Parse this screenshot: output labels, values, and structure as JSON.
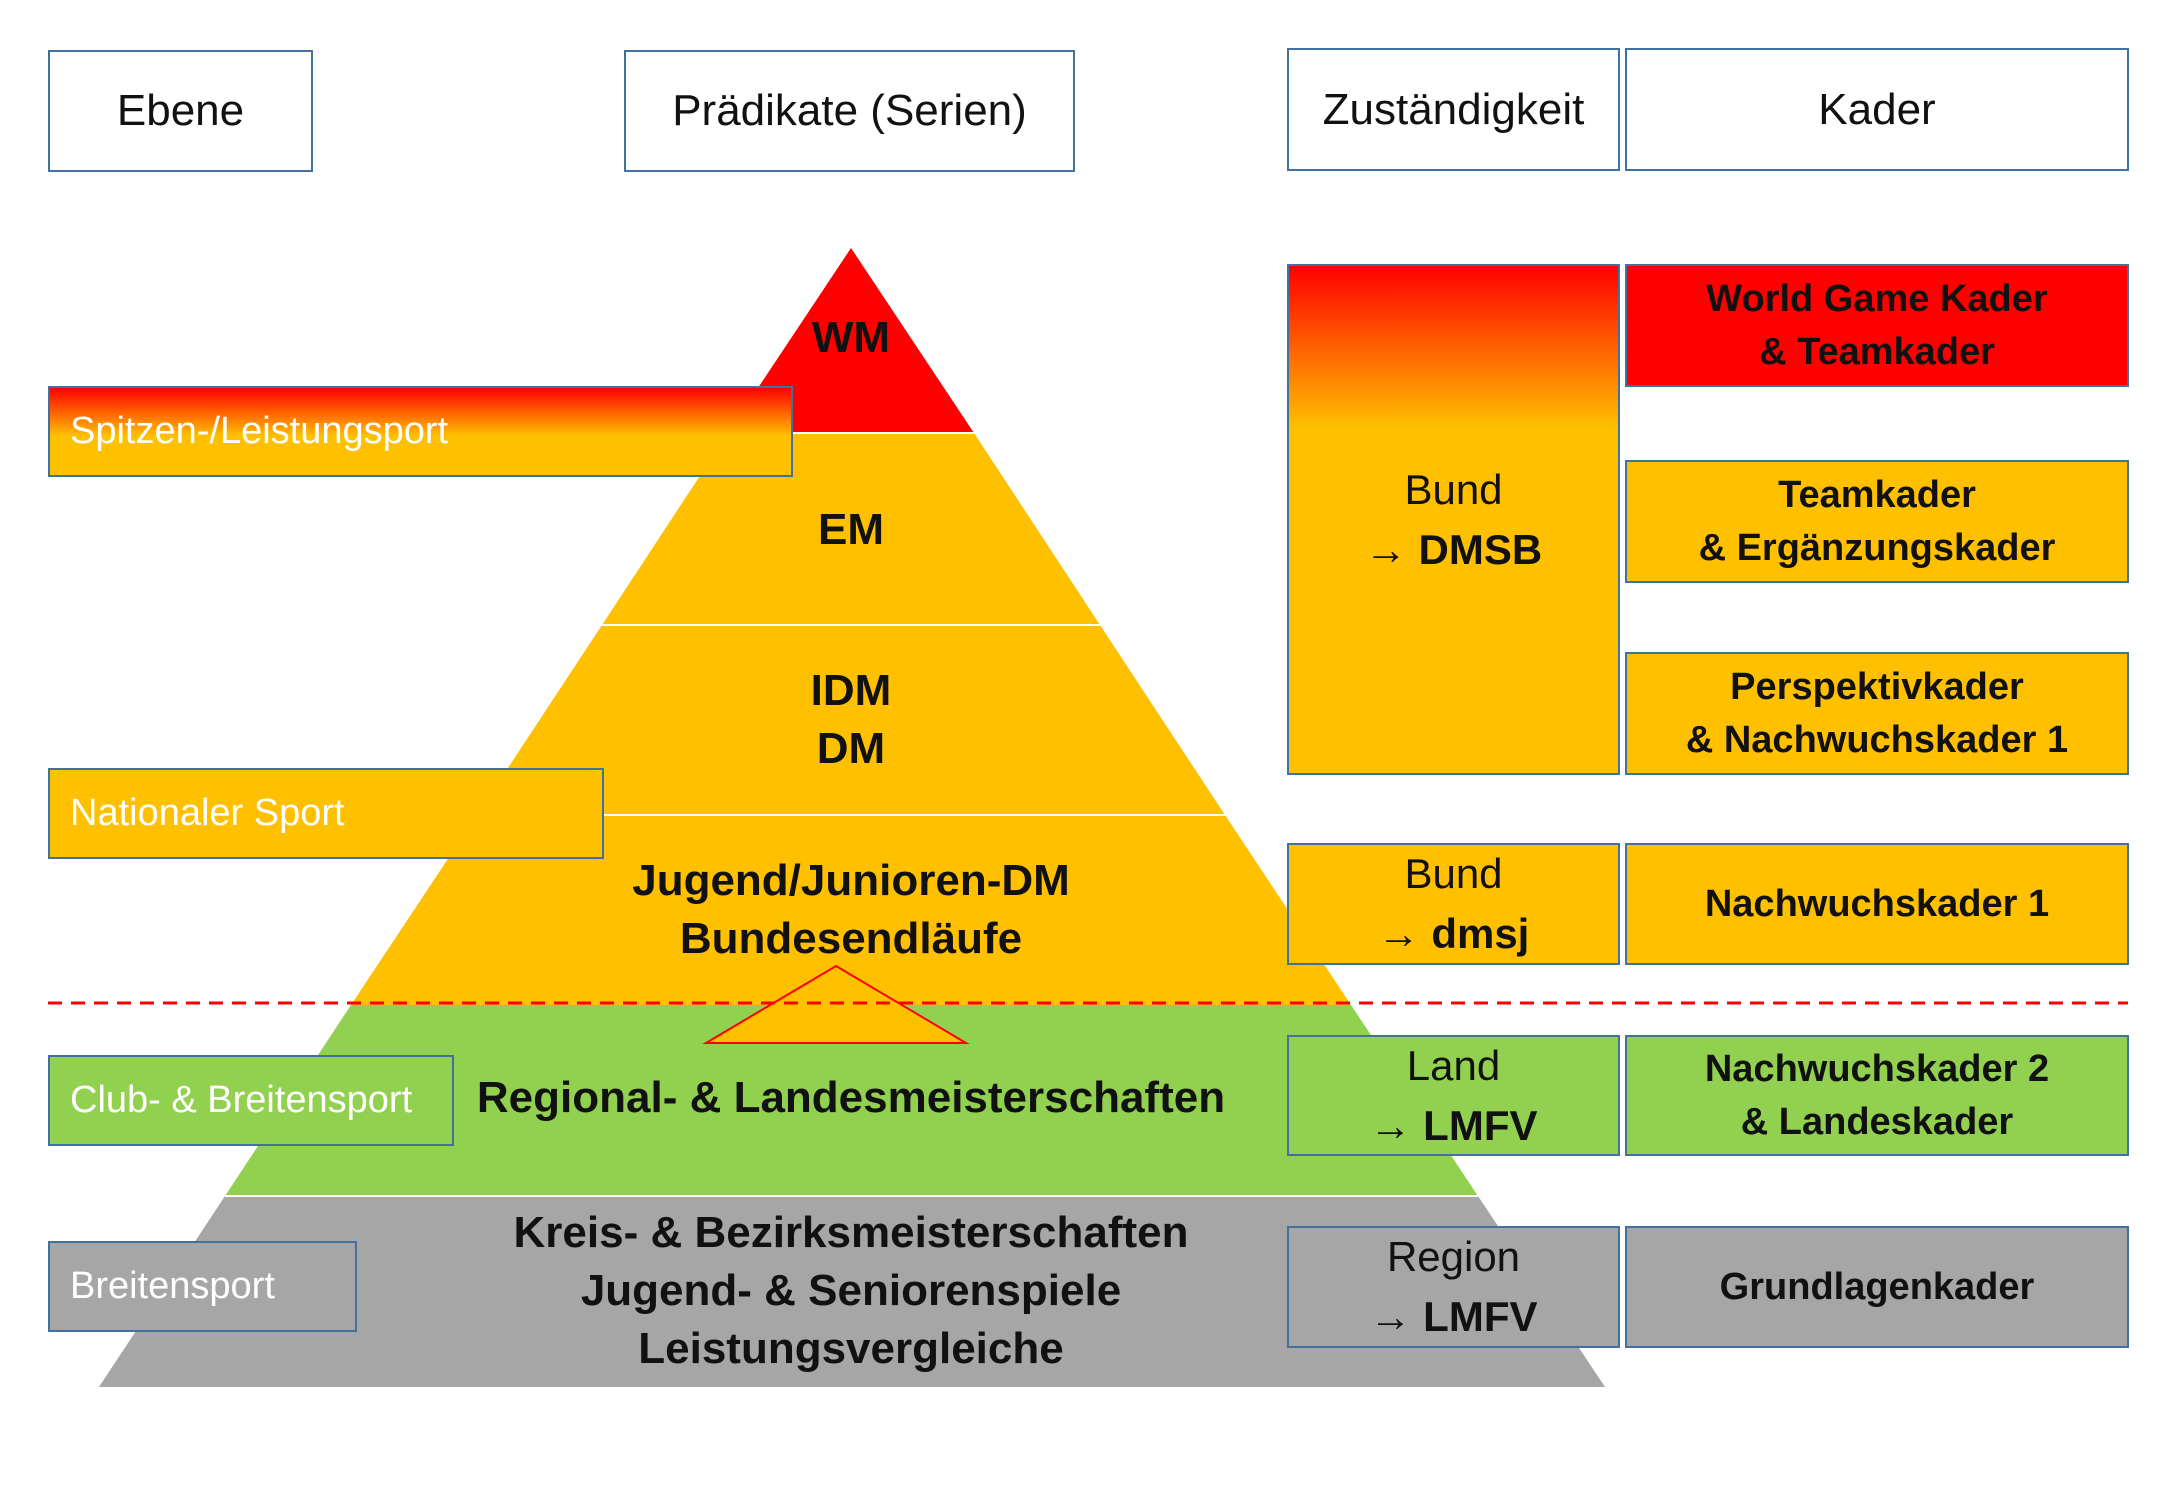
{
  "headers": {
    "ebene": "Ebene",
    "praedikate": "Prädikate (Serien)",
    "zustaendigkeit": "Zuständigkeit",
    "kader": "Kader"
  },
  "levels": {
    "spitzen": "Spitzen-/Leistungsport",
    "national": "Nationaler Sport",
    "club": "Club- & Breitensport",
    "breiten": "Breitensport"
  },
  "pyramid": {
    "wm": "WM",
    "em": "EM",
    "idm_line1": "IDM",
    "idm_line2": "DM",
    "jugend_line1": "Jugend/Junioren-DM",
    "jugend_line2": "Bundesendläufe",
    "regional": "Regional- & Landesmeisterschaften",
    "kreis_line1": "Kreis- & Bezirksmeisterschaften",
    "kreis_line2": "Jugend- & Seniorenspiele",
    "kreis_line3": "Leistungsvergleiche"
  },
  "zustaendigkeit": {
    "bund_dmsb": {
      "line1": "Bund",
      "arrow": "→",
      "line2": "DMSB"
    },
    "bund_dmsj": {
      "line1": "Bund",
      "arrow": "→",
      "line2": "dmsj"
    },
    "land_lmfv": {
      "line1": "Land",
      "arrow": "→",
      "line2": "LMFV"
    },
    "region_lmfv": {
      "line1": "Region",
      "arrow": "→",
      "line2": "LMFV"
    }
  },
  "kader": {
    "world_game": {
      "line1": "World Game Kader",
      "line2": "& Teamkader"
    },
    "team": {
      "line1": "Teamkader",
      "line2": "& Ergänzungskader"
    },
    "perspektiv": {
      "line1": "Perspektivkader",
      "line2": "& Nachwuchskader 1"
    },
    "nachwuchs1": {
      "line1": "Nachwuchskader 1"
    },
    "nachwuchs2": {
      "line1": "Nachwuchskader 2",
      "line2": "& Landeskader"
    },
    "grundlagen": {
      "line1": "Grundlagenkader"
    }
  },
  "colors": {
    "red": "#ff0000",
    "orange": "#ffc000",
    "green": "#92d050",
    "grey": "#a6a6a6",
    "border": "#41719c",
    "divider": "#ff0000"
  }
}
